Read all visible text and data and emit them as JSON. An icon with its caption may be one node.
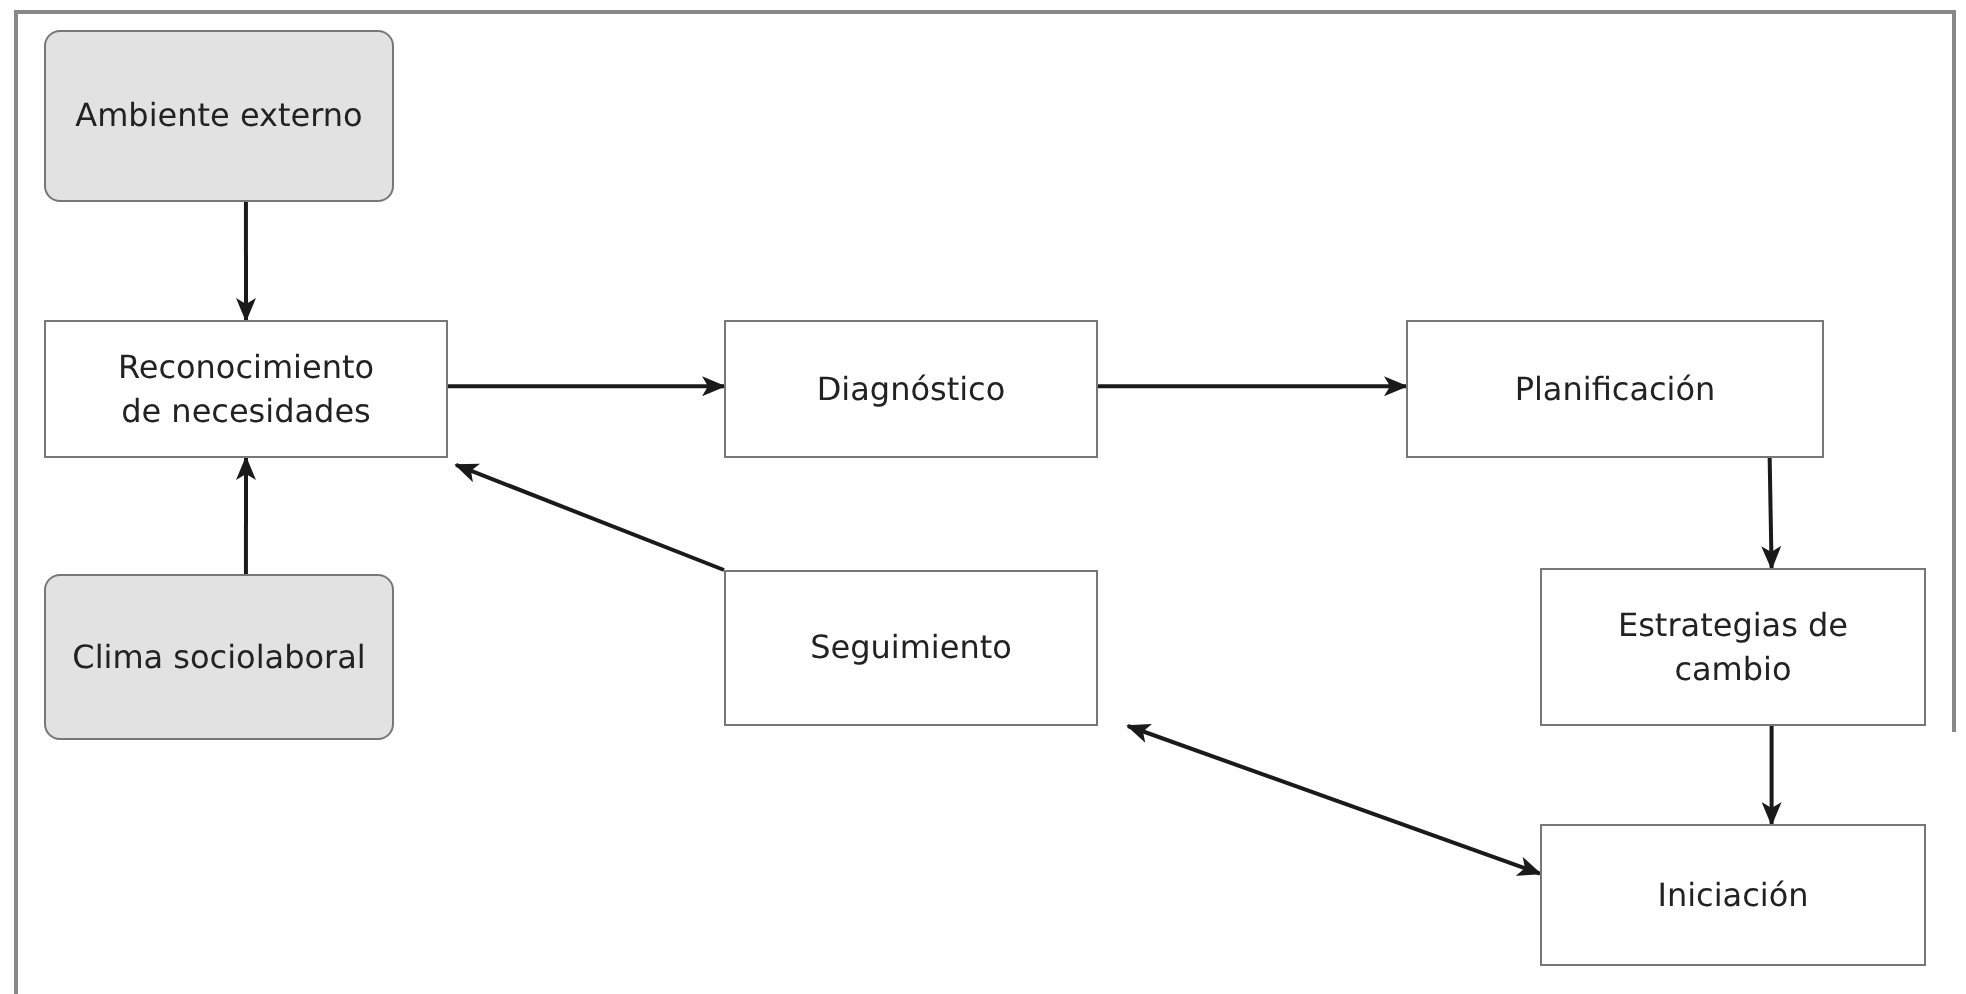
{
  "diagram": {
    "nodes": [
      {
        "text": [
          "Ambiente externo"
        ]
      },
      {
        "text": [
          "Reconocimiento de necesidades"
        ]
      },
      {
        "text": [
          "Diagnóstico"
        ]
      },
      {
        "text": [
          "Planificación"
        ]
      },
      {
        "text": [
          "Clima sociolaboral"
        ]
      },
      {
        "text": [
          "Seguimiento"
        ]
      },
      {
        "text": [
          "Estrategias de cambio"
        ]
      },
      {
        "text": [
          "Iniciación"
        ]
      }
    ],
    "edges": [
      {
        "from": 0,
        "to": 1,
        "arrow": "to"
      },
      {
        "from": 4,
        "to": 1,
        "arrow": "to"
      },
      {
        "from": 1,
        "to": 2,
        "arrow": "to"
      },
      {
        "from": 2,
        "to": 3,
        "arrow": "to"
      },
      {
        "from": 3,
        "to": 6,
        "arrow": "to"
      },
      {
        "from": 6,
        "to": 7,
        "arrow": "to"
      },
      {
        "from": 5,
        "to": 1,
        "arrow": "to"
      },
      {
        "from": 5,
        "to": 7,
        "arrow": "both"
      }
    ]
  }
}
